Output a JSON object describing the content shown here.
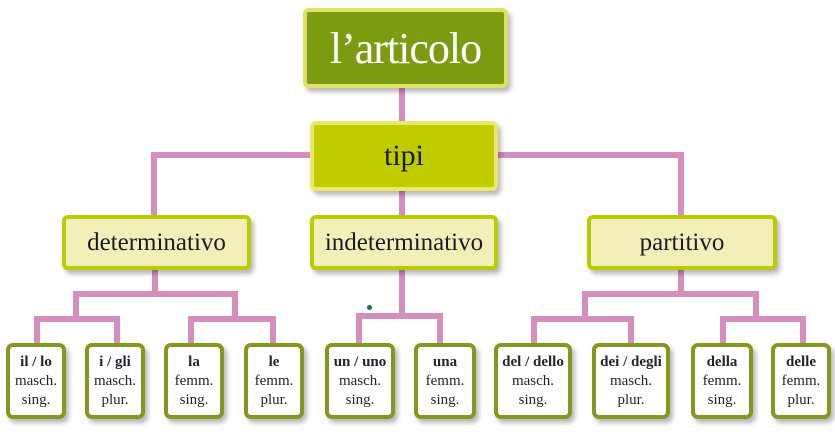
{
  "diagram": {
    "root": {
      "label": "l’articolo"
    },
    "level1": {
      "label": "tipi"
    },
    "categories": [
      {
        "label": "determinativo",
        "articles": [
          {
            "article": "il / lo",
            "gender": "masch.",
            "number": "sing."
          },
          {
            "article": "i / gli",
            "gender": "masch.",
            "number": "plur."
          },
          {
            "article": "la",
            "gender": "femm.",
            "number": "sing."
          },
          {
            "article": "le",
            "gender": "femm.",
            "number": "plur."
          }
        ]
      },
      {
        "label": "indeterminativo",
        "articles": [
          {
            "article": "un / uno",
            "gender": "masch.",
            "number": "sing."
          },
          {
            "article": "una",
            "gender": "femm.",
            "number": "sing."
          }
        ]
      },
      {
        "label": "partitivo",
        "articles": [
          {
            "article": "del / dello",
            "gender": "masch.",
            "number": "sing."
          },
          {
            "article": "dei / degli",
            "gender": "masch.",
            "number": "plur."
          },
          {
            "article": "della",
            "gender": "femm.",
            "number": "sing."
          },
          {
            "article": "delle",
            "gender": "femm.",
            "number": "plur."
          }
        ]
      }
    ],
    "colors": {
      "root_fill": "#7b9c10",
      "root_border": "#dfe163",
      "tipi_fill": "#c0cc00",
      "category_fill": "#f2f0b8",
      "category_border": "#b9cc00",
      "leaf_border": "#7f9a1e",
      "connector": "#d48fbf"
    }
  }
}
